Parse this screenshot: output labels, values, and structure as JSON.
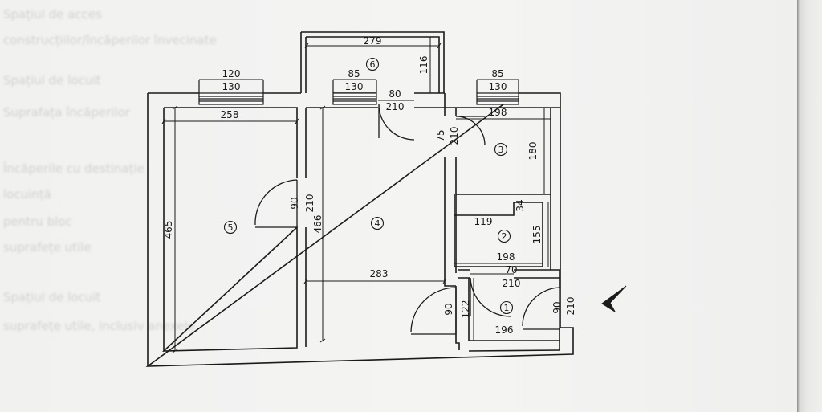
{
  "background_text": [
    "Spațiul de acces",
    "construcțiilor/încăperilor învecinate",
    "",
    "Spațiul de locuit",
    "Suprafața încăperilor",
    "",
    "Încăperile cu destinație",
    "locuință",
    "pentru bloc",
    "suprafețe utile",
    "",
    "Spațiul de locuit",
    "suprafețe utile, inclusiv anexele"
  ],
  "rooms": [
    {
      "id": "1"
    },
    {
      "id": "2"
    },
    {
      "id": "3"
    },
    {
      "id": "4"
    },
    {
      "id": "5"
    },
    {
      "id": "6"
    }
  ],
  "dimensions": {
    "balcony_width": "279",
    "balcony_depth": "116",
    "window_left_top": "120",
    "window_left_bottom": "130",
    "window_mid_top": "85",
    "window_mid_bottom": "130",
    "window_right_top": "85",
    "window_right_bottom": "130",
    "balcony_door_width": "80",
    "balcony_door_height": "210",
    "room5_width": "258",
    "room5_length": "465",
    "room5_door_width": "90",
    "room5_door_height": "210",
    "room4_length": "466",
    "room4_width": "283",
    "room3_door_width": "75",
    "room3_door_height": "210",
    "room3_width": "198",
    "room3_length": "180",
    "room2_width_top": "119",
    "room2_step": "34",
    "room2_length": "155",
    "room2_width": "198",
    "room2_door_width": "70",
    "room2_door_height": "210",
    "hall_door_width": "90",
    "hall_length": "122",
    "hall_width": "196",
    "entrance_door_width": "90",
    "entrance_door_height": "210"
  },
  "colors": {
    "ink": "#1b1b1b",
    "paper": "#f3f3f2"
  }
}
